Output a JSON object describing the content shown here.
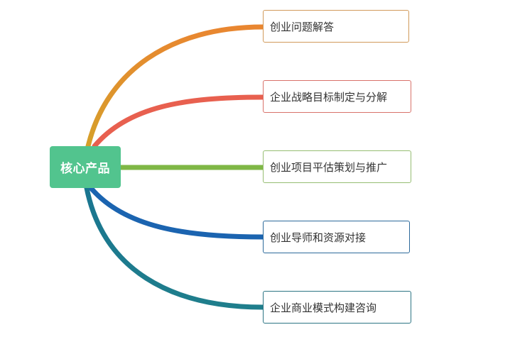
{
  "central": {
    "label": "核心产品",
    "color": "#52c48e"
  },
  "branches": [
    {
      "label": "创业问题解答",
      "color": "#e98630",
      "border": "#d19a5b"
    },
    {
      "label": "企业战略目标制定与分解",
      "color": "#e8604f",
      "border": "#d9726b"
    },
    {
      "label": "创业项目平估策划与推广",
      "color": "#7fb746",
      "border": "#96bd72"
    },
    {
      "label": "创业导师和资源对接",
      "color": "#1b64b0",
      "border": "#2d6a9b"
    },
    {
      "label": "企业商业模式构建咨询",
      "color": "#1f7e8c",
      "border": "#2d7584"
    }
  ]
}
